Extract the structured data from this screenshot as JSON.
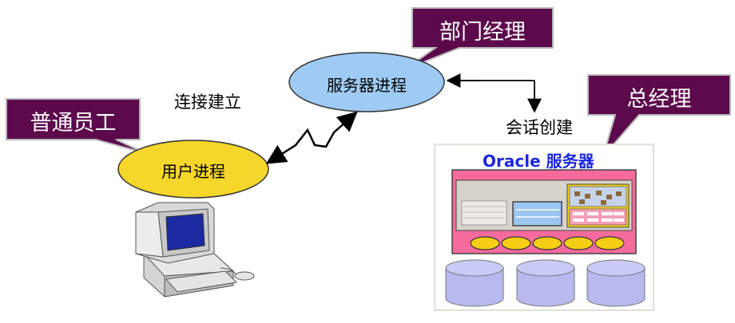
{
  "callouts": {
    "employee": "普通员工",
    "dept_manager": "部门经理",
    "general_manager": "总经理"
  },
  "labels": {
    "connection_established": "连接建立",
    "session_created": "会话创建"
  },
  "processes": {
    "user_process": "用户进程",
    "server_process": "服务器进程"
  },
  "oracle_server": {
    "title": "Oracle 服务器"
  },
  "colors": {
    "callout_fill": "#5c0a4c",
    "user_process_fill": "#f5d62a",
    "server_process_fill": "#9ecbf3",
    "server_box_fill": "#f66a9c",
    "title_color": "#1b27e0",
    "disk_fill": "#b7b9ef",
    "slot_fill": "#f5cf16"
  }
}
